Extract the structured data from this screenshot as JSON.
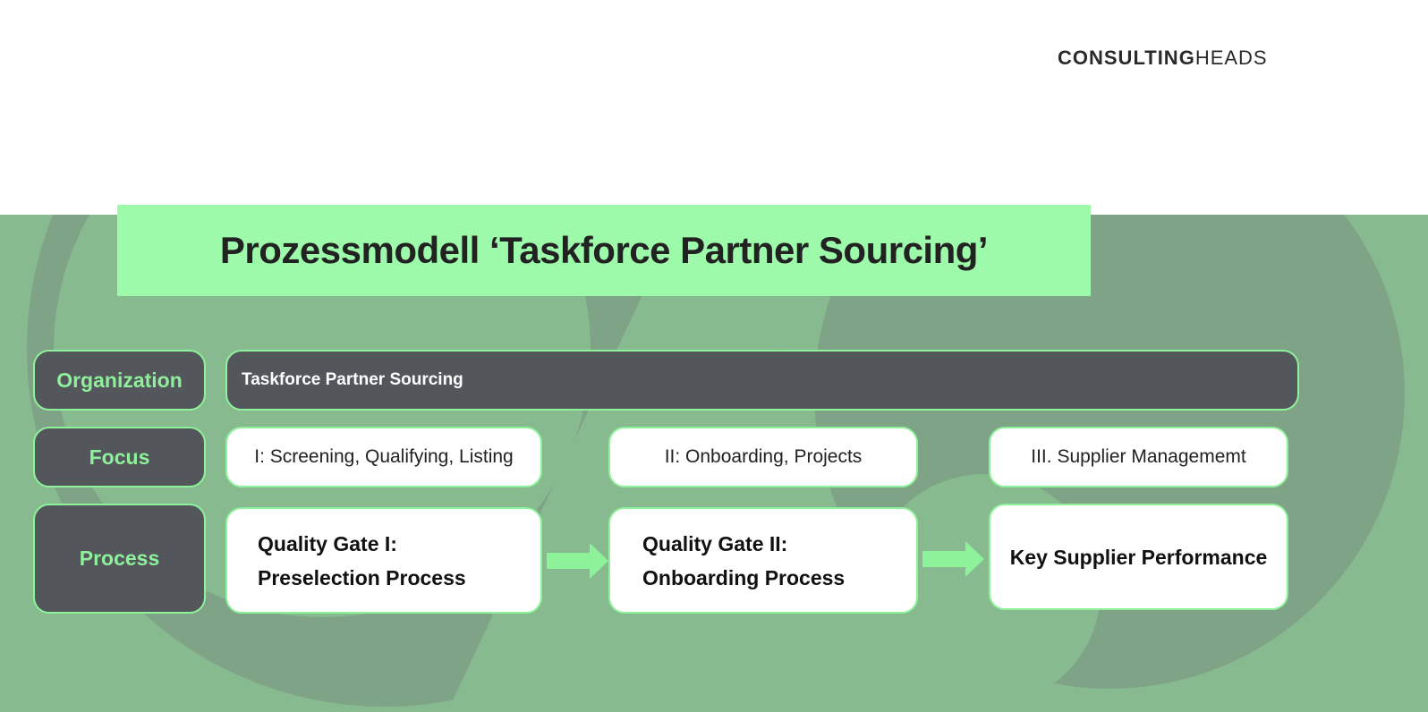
{
  "logo": {
    "bold": "CONSULTING",
    "light": "HEADS"
  },
  "title": "Prozessmodell ‘Taskforce Partner Sourcing’",
  "rows": {
    "organization": {
      "label": "Organization",
      "value": "Taskforce Partner Sourcing"
    },
    "focus": {
      "label": "Focus",
      "items": [
        "I: Screening, Qualifying, Listing",
        "II: Onboarding, Projects",
        "III. Supplier Managememt"
      ]
    },
    "process": {
      "label": "Process",
      "items": [
        {
          "line1": "Quality Gate I:",
          "line2": "Preselection Process"
        },
        {
          "line1": "Quality Gate II:",
          "line2": "Onboarding Process"
        },
        {
          "line1": "Key Supplier Performance"
        }
      ]
    }
  },
  "colors": {
    "accent": "#9dfaaa",
    "dark": "#53565b",
    "bg": "#88ba8f",
    "bgDark": "#7fa386"
  }
}
